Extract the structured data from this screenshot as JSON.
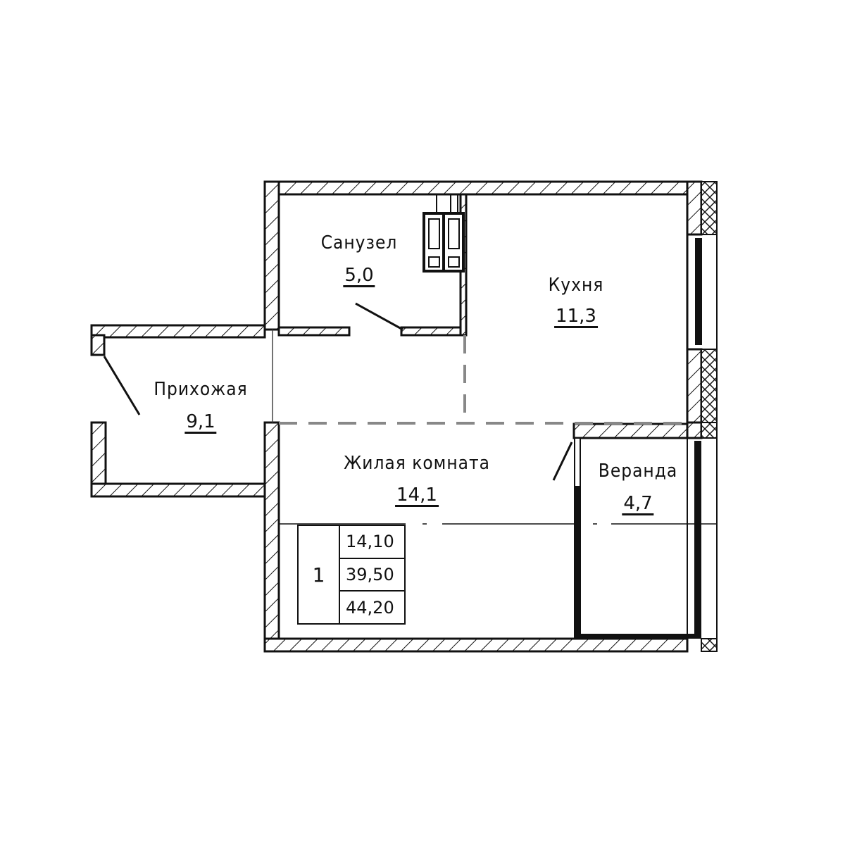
{
  "plan": {
    "type": "apartment-floor-plan",
    "rooms": [
      {
        "id": "bathroom",
        "name": "Санузел",
        "area": "5,0"
      },
      {
        "id": "kitchen",
        "name": "Кухня",
        "area": "11,3"
      },
      {
        "id": "hallway",
        "name": "Прихожая",
        "area": "9,1"
      },
      {
        "id": "living-room",
        "name": "Жилая комната",
        "area": "14,1"
      },
      {
        "id": "veranda",
        "name": "Веранда",
        "area": "4,7"
      }
    ],
    "summary_stamp": {
      "room_count": "1",
      "living_area": "14,10",
      "total_area_without_veranda": "39,50",
      "total_area": "44,20"
    },
    "colors": {
      "wall": "#111111",
      "zone_divider": "#888888",
      "background": "#ffffff"
    }
  }
}
